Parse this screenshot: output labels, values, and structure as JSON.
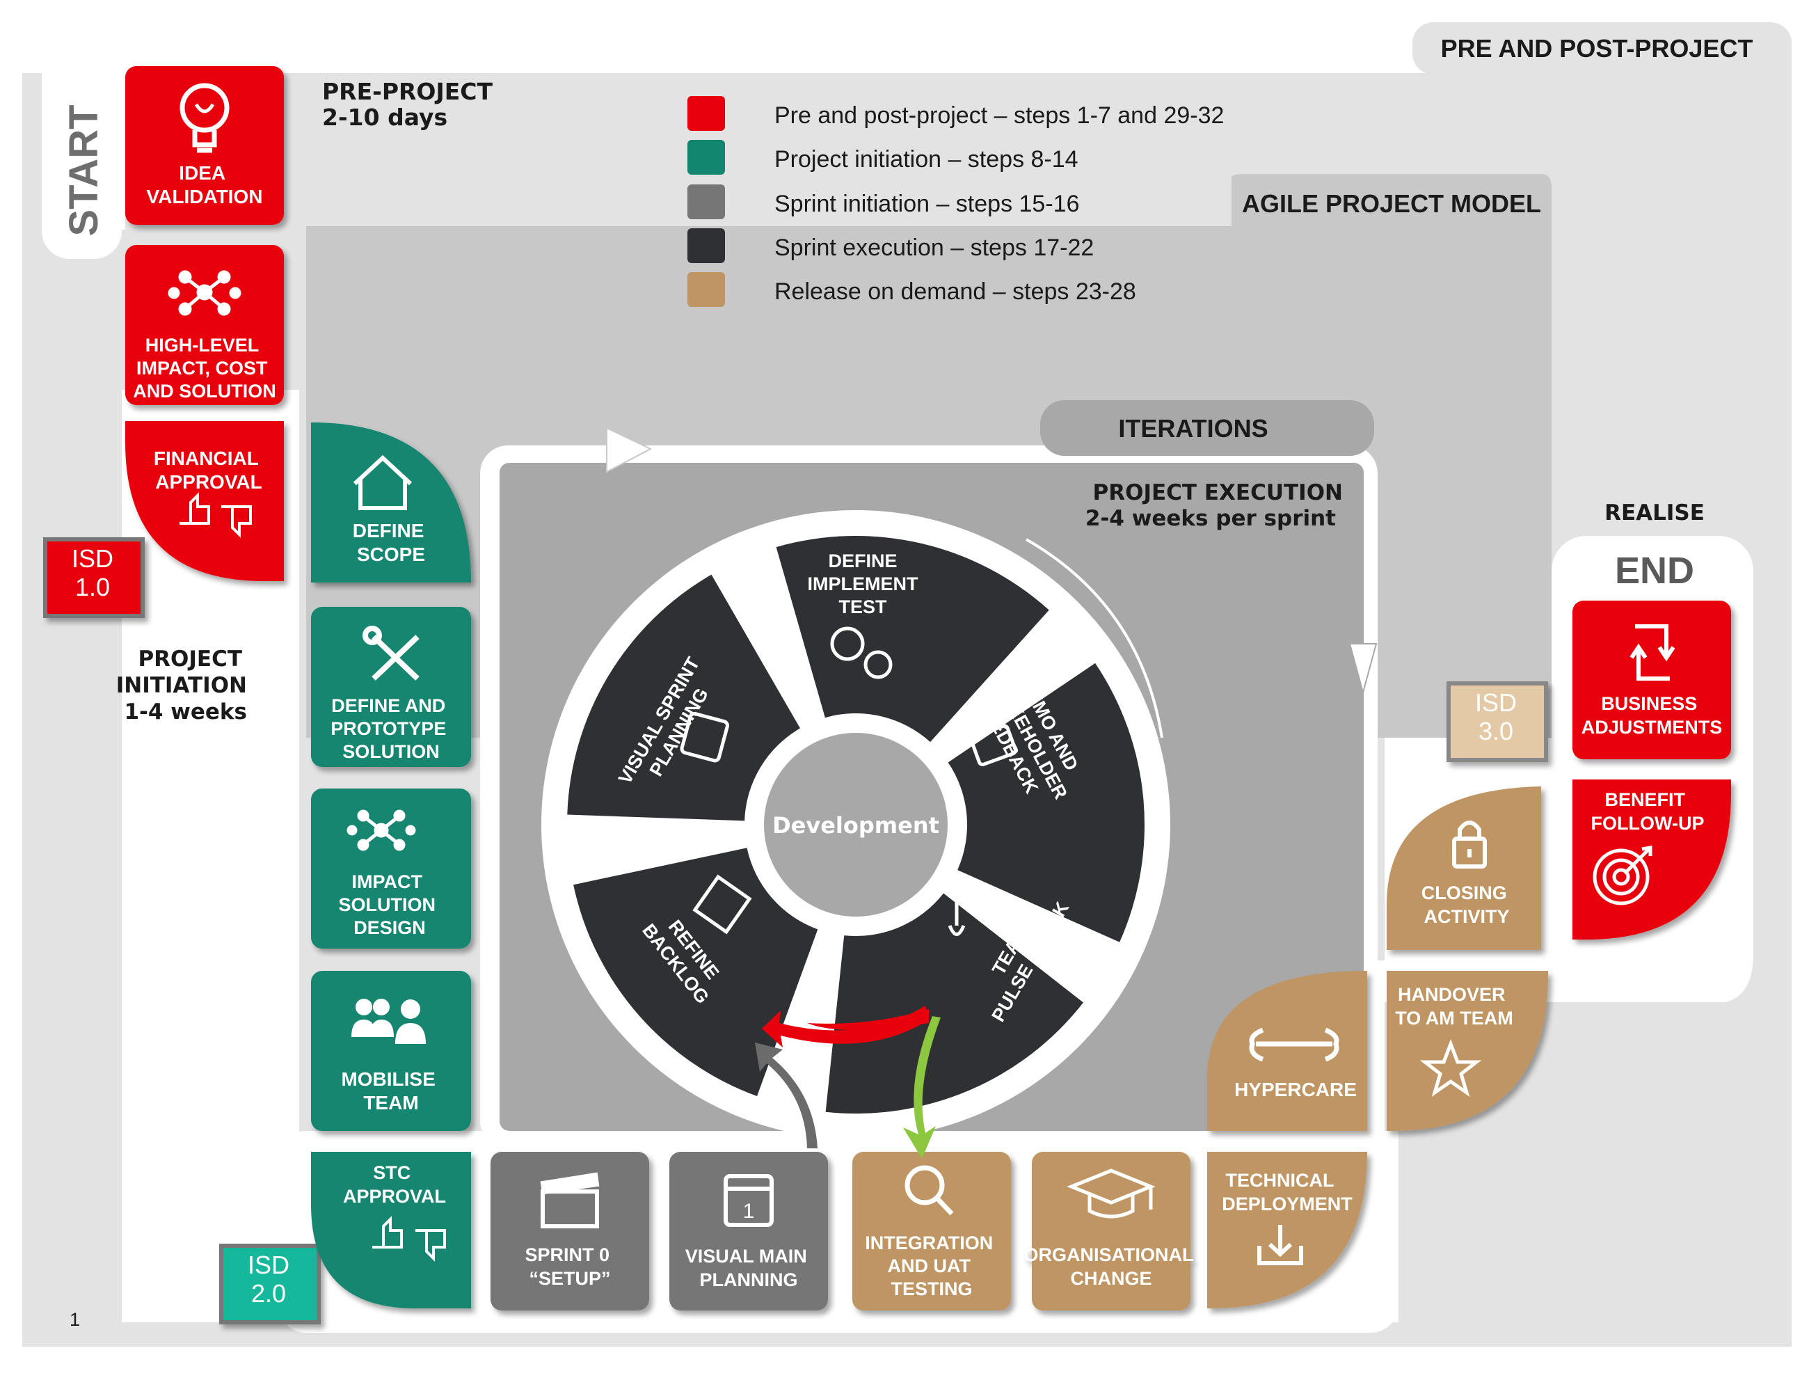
{
  "colors": {
    "red": "#e8000d",
    "teal": "#13866f",
    "gray": "#767676",
    "dark": "#2e3033",
    "tan": "#bf9563",
    "light_bg": "#e3e3e3",
    "mid_bg": "#c8c8c8",
    "panel": "#a8a8a8"
  },
  "page_number": "1",
  "tabs": {
    "pre_post": "PRE AND POST-PROJECT",
    "agile": "AGILE PROJECT MODEL",
    "iterations": "ITERATIONS"
  },
  "start_label": "START",
  "end_label": "END",
  "realise_label": "REALISE",
  "pre_project": {
    "title": "PRE-PROJECT",
    "duration": "2-10 days"
  },
  "project_initiation": {
    "line1": "PROJECT",
    "line2": "INITIATION",
    "duration": "1-4 weeks"
  },
  "project_execution": {
    "title": "PROJECT EXECUTION",
    "duration": "2-4 weeks per sprint"
  },
  "legend": [
    {
      "label": "Pre and post-project  – steps  1-7 and 29-32",
      "color": "#e8000d"
    },
    {
      "label": "Project initiation   – steps  8-14",
      "color": "#13866f"
    },
    {
      "label": "Sprint initiation   – steps  15-16",
      "color": "#767676"
    },
    {
      "label": "Sprint execution  – steps  17-22",
      "color": "#2e3033"
    },
    {
      "label": "Release on demand – steps  23-28",
      "color": "#bf9563"
    }
  ],
  "isd": {
    "isd1": {
      "line1": "ISD",
      "line2": "1.0"
    },
    "isd2": {
      "line1": "ISD",
      "line2": "2.0"
    },
    "isd3": {
      "line1": "ISD",
      "line2": "3.0"
    }
  },
  "pre_steps": {
    "idea": {
      "lines": [
        "IDEA",
        "VALIDATION"
      ],
      "icon": "lightbulb-icon"
    },
    "impact": {
      "lines": [
        "HIGH-LEVEL",
        "IMPACT, COST",
        "AND SOLUTION"
      ],
      "icon": "network-icon"
    },
    "financial": {
      "lines": [
        "FINANCIAL",
        "APPROVAL"
      ],
      "icon": "thumbs-icon"
    }
  },
  "initiation_steps": {
    "scope": {
      "lines": [
        "DEFINE",
        "SCOPE"
      ],
      "icon": "house-icon"
    },
    "prototype": {
      "lines": [
        "DEFINE AND",
        "PROTOTYPE",
        "SOLUTION"
      ],
      "icon": "tools-icon"
    },
    "design": {
      "lines": [
        "IMPACT",
        "SOLUTION",
        "DESIGN"
      ],
      "icon": "network-icon"
    },
    "team": {
      "lines": [
        "MOBILISE",
        "TEAM"
      ],
      "icon": "people-icon"
    },
    "stc": {
      "lines": [
        "STC",
        "APPROVAL"
      ],
      "icon": "thumbs-icon"
    }
  },
  "sprint_init": {
    "setup": {
      "lines": [
        "SPRINT 0",
        "“SETUP”"
      ],
      "icon": "clapperboard-icon"
    },
    "planning": {
      "lines": [
        "VISUAL MAIN",
        "PLANNING"
      ],
      "icon": "calendar-icon"
    }
  },
  "wheel": {
    "center": "Development",
    "segments": [
      {
        "lines": [
          "DEFINE",
          "IMPLEMENT",
          "TEST"
        ],
        "icon": "gears-icon"
      },
      {
        "lines": [
          "DEMO AND",
          "STAKEHOLDER",
          "FEEDBACK"
        ],
        "icon": "chat-icon"
      },
      {
        "lines": [
          "TEAM",
          "PULSE CHECK"
        ],
        "icon": "thermometer-icon"
      },
      {
        "lines": [
          "REFINE",
          "BACKLOG"
        ],
        "icon": "checklist-icon"
      },
      {
        "lines": [
          "VISUAL SPRINT",
          "PLANNING"
        ],
        "icon": "calendar-icon"
      }
    ]
  },
  "release_steps": {
    "integration": {
      "lines": [
        "INTEGRATION",
        "AND UAT",
        "TESTING"
      ],
      "icon": "magnifier-icon"
    },
    "org_change": {
      "lines": [
        "ORGANISATIONAL",
        "CHANGE"
      ],
      "icon": "graduation-cap-icon"
    },
    "tech_deploy": {
      "lines": [
        "TECHNICAL",
        "DEPLOYMENT"
      ],
      "icon": "download-icon"
    },
    "hypercare": {
      "lines": [
        "HYPERCARE"
      ],
      "icon": "wrench-icon"
    },
    "handover": {
      "lines": [
        "HANDOVER",
        "TO AM TEAM"
      ],
      "icon": "star-icon"
    },
    "closing": {
      "lines": [
        "CLOSING",
        "ACTIVITY"
      ],
      "icon": "lock-icon"
    }
  },
  "post_steps": {
    "business": {
      "lines": [
        "BUSINESS",
        "ADJUSTMENTS"
      ],
      "icon": "refresh-icon"
    },
    "benefit": {
      "lines": [
        "BENEFIT",
        "FOLLOW-UP"
      ],
      "icon": "target-icon"
    }
  }
}
